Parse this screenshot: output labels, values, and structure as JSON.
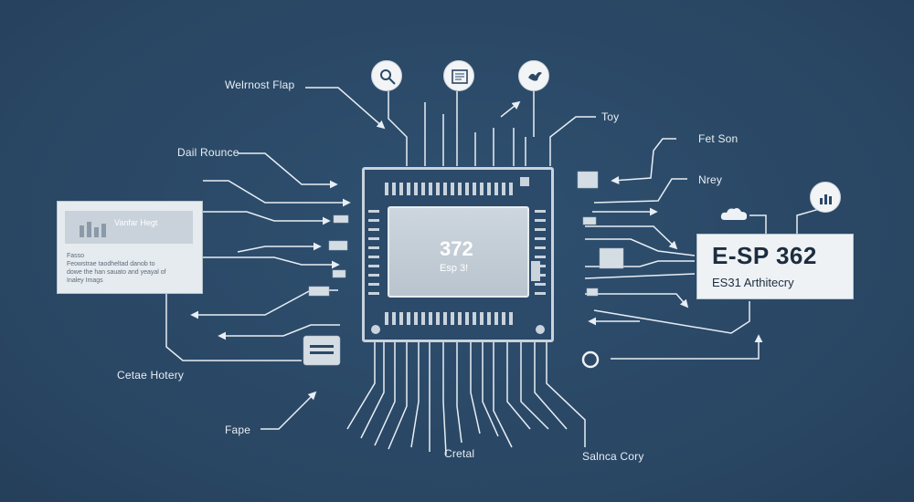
{
  "labels": {
    "top_left": "Welrnost Flap",
    "left_upper": "Dail Rounce",
    "left_bottom": "Cetae Hotery",
    "bottom_left": "Fape",
    "bottom_center": "Cretal",
    "bottom_right": "Salnca Cory",
    "right_top": "Toy",
    "right_upper": "Fet Son",
    "right_mid": "Nrey"
  },
  "chip": {
    "number": "372",
    "sub": "Esp 3!"
  },
  "left_panel": {
    "title": "Vanfar Hegt",
    "body_title": "Fasso",
    "body_lines": [
      "Feowstrae taodheltad danob to",
      "dowe the han sauato and yeayal of",
      "Inaley Imags"
    ]
  },
  "right_panel": {
    "title": "E-SP 362",
    "subtitle": "ES31 Arthitecry"
  },
  "icons": [
    "search-icon",
    "document-icon",
    "bird-icon",
    "chart-icon",
    "cloud-icon",
    "ring-icon"
  ],
  "colors": {
    "background": "#2a4866",
    "line": "#e8eef4",
    "chip_border": "#c9d3dc"
  }
}
